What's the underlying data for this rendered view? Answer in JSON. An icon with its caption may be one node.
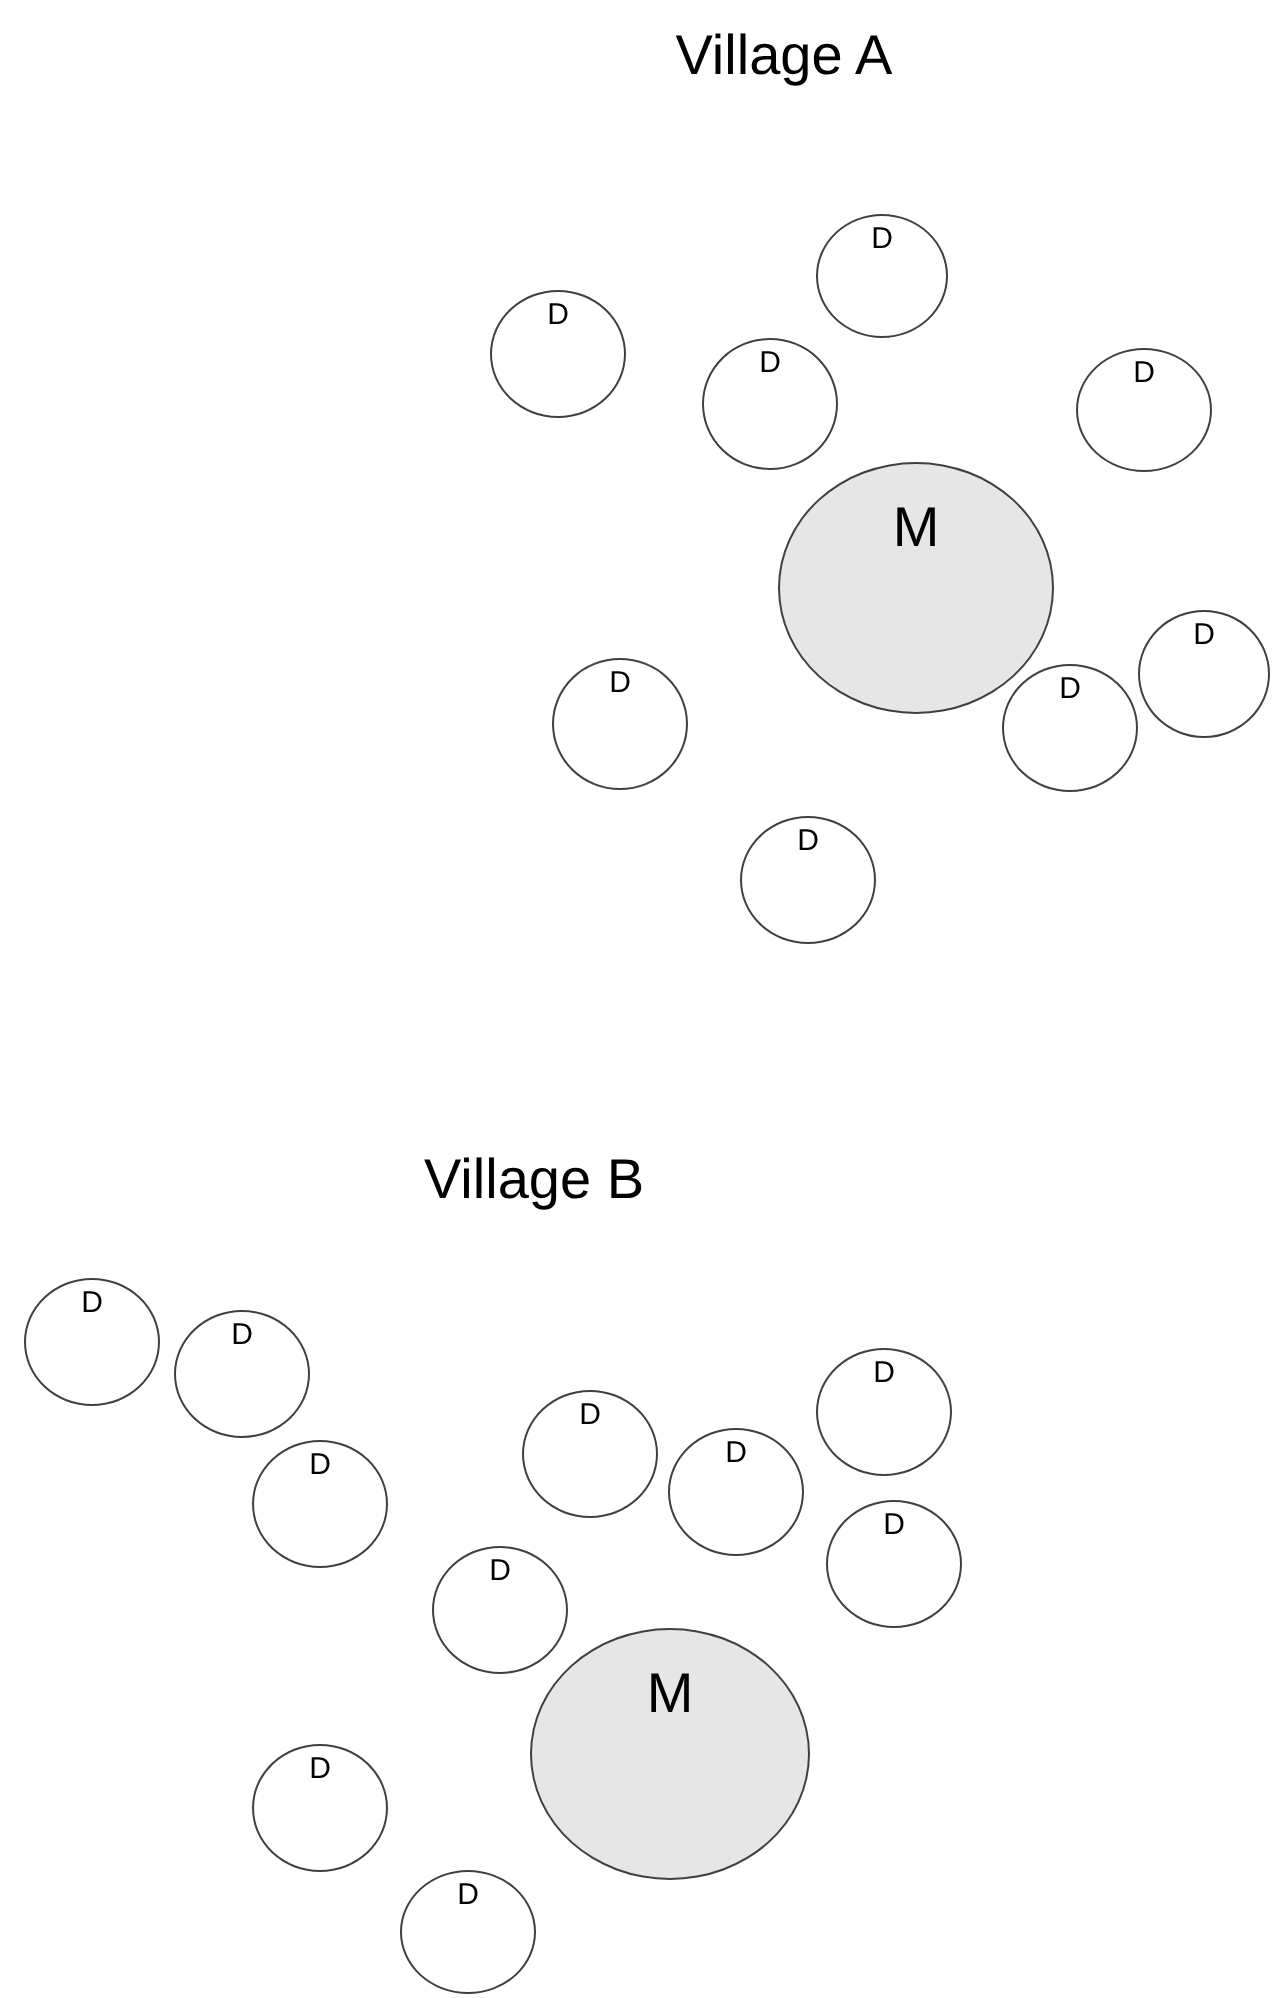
{
  "diagram": {
    "nodes": [
      {
        "text": [
          "D"
        ]
      },
      {
        "text": [
          "D"
        ]
      },
      {
        "text": [
          "D"
        ]
      },
      {
        "text": [
          "D"
        ]
      },
      {
        "text": [
          "M"
        ]
      },
      {
        "text": [
          "D"
        ]
      },
      {
        "text": [
          "D"
        ]
      },
      {
        "text": [
          "D"
        ]
      },
      {
        "text": [
          "D"
        ]
      },
      {
        "text": [
          "D"
        ]
      },
      {
        "text": [
          "D"
        ]
      },
      {
        "text": [
          "D"
        ]
      },
      {
        "text": [
          "D"
        ]
      },
      {
        "text": [
          "D"
        ]
      },
      {
        "text": [
          "D"
        ]
      },
      {
        "text": [
          "D"
        ]
      },
      {
        "text": [
          "D"
        ]
      },
      {
        "text": [
          "M"
        ]
      },
      {
        "text": [
          "D"
        ]
      },
      {
        "text": [
          "D"
        ]
      }
    ],
    "labels": [
      "Village A",
      "Village B"
    ]
  }
}
